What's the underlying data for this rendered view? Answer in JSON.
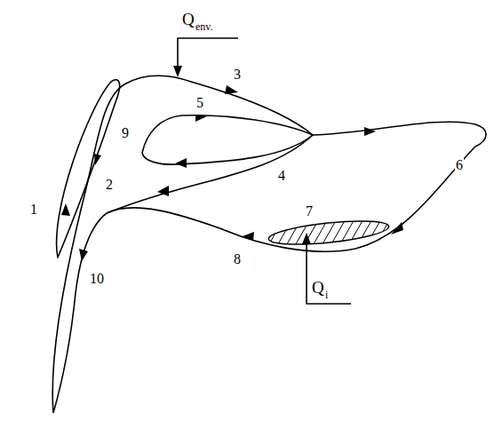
{
  "diagram": {
    "labels": [
      "1",
      "2",
      "3",
      "4",
      "5",
      "6",
      "7",
      "8",
      "9",
      "10",
      "Q",
      "env.",
      "Q",
      "i"
    ]
  }
}
